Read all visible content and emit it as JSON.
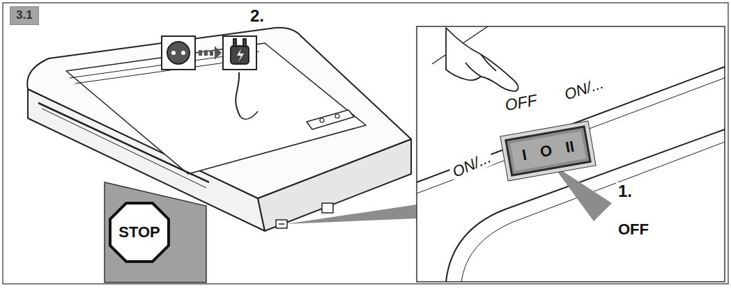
{
  "diagram": {
    "nodes": [
      {
        "text": [
          "3.1"
        ]
      },
      {
        "text": [
          "STOP"
        ]
      },
      {
        "text": [
          "I",
          "O",
          "II"
        ]
      }
    ],
    "labels": [
      "2.",
      "OFF",
      "ON/...",
      "ON/...",
      "1.",
      "OFF"
    ]
  }
}
